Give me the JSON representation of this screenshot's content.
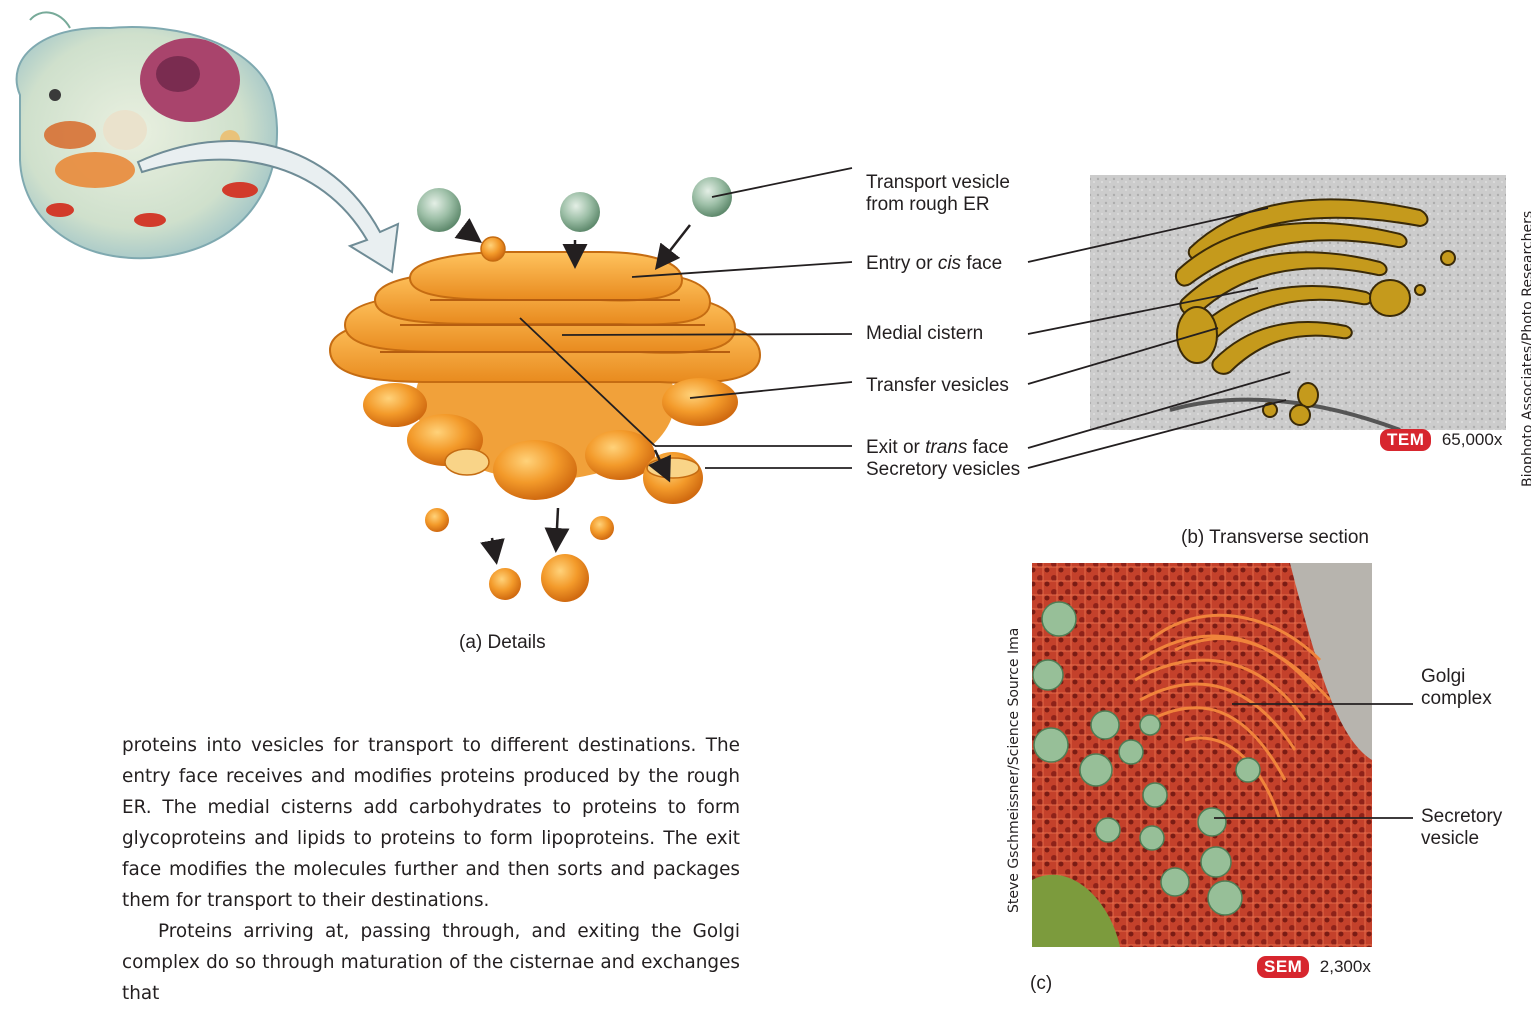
{
  "labels": {
    "transport_vesicle_line1": "Transport vesicle",
    "transport_vesicle_line2": "from rough ER",
    "entry_face_prefix": "Entry or ",
    "entry_face_italic": "cis",
    "entry_face_suffix": " face",
    "medial_cistern": "Medial cistern",
    "transfer_vesicles": "Transfer vesicles",
    "exit_face_prefix": "Exit or ",
    "exit_face_italic": "trans",
    "exit_face_suffix": " face",
    "secretory_vesicles": "Secretory vesicles",
    "golgi_complex_line1": "Golgi",
    "golgi_complex_line2": "complex",
    "secretory_vesicle_line1": "Secretory",
    "secretory_vesicle_line2": "vesicle"
  },
  "captions": {
    "a": "(a) Details",
    "b": "(b) Transverse section",
    "c": "(c)"
  },
  "micrographs": {
    "tem_badge": "TEM",
    "tem_mag": "65,000x",
    "sem_badge": "SEM",
    "sem_mag": "2,300x",
    "tem_credit": "Biophoto Associates/Photo Researchers",
    "sem_credit": "Steve Gschmeissner/Science Source Ima"
  },
  "body_text": {
    "p1": "proteins into vesicles for transport to different destinations. The entry face receives and modifies proteins produced by the rough ER. The medial cisterns add carbohydrates to proteins to form glycoproteins and lipids to proteins to form lipoproteins. The exit face modifies the molecules further and then sorts and packages them for transport to their destinations.",
    "p2": "Proteins arriving at, passing through, and exiting the Golgi complex do so through maturation of the cisternae and exchanges that"
  },
  "colors": {
    "golgi_orange": "#f3a23a",
    "vesicle_green": "#8fb39a",
    "badge_red": "#d7262e",
    "tem_gold": "#c59a1c",
    "sem_red": "#c9442e"
  }
}
